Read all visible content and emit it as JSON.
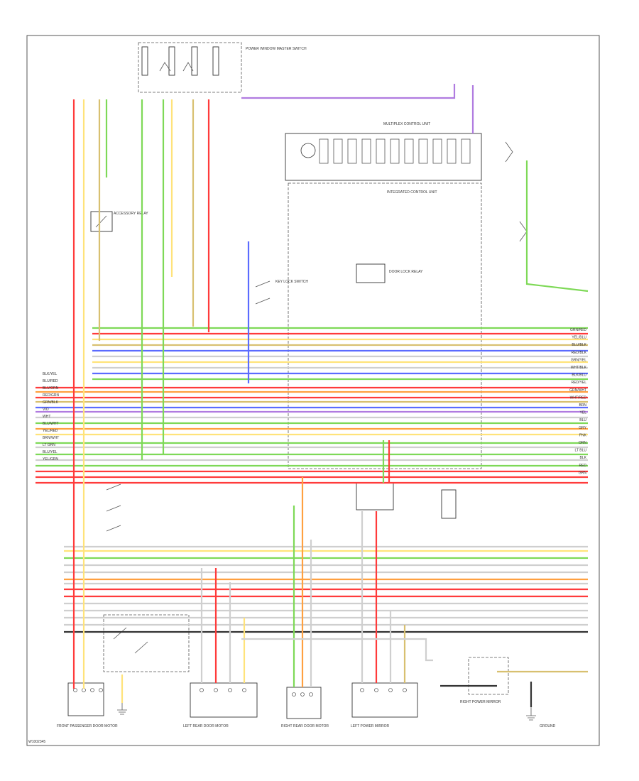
{
  "page": {
    "footer_code": "W1002345"
  },
  "colors": {
    "red": "#ff3b3b",
    "yellow": "#ffe37a",
    "green": "#7ed957",
    "blue": "#5b6bff",
    "violet": "#b07be0",
    "white": "#cfcfcf",
    "orange": "#ffa040",
    "tan": "#d8c070",
    "black": "#333333"
  },
  "components": [
    {
      "id": "c01",
      "label": "POWER WINDOW MASTER SWITCH"
    },
    {
      "id": "c02",
      "label": "ACCESSORY RELAY"
    },
    {
      "id": "c03",
      "label": "MULTIPLEX CONTROL UNIT"
    },
    {
      "id": "c04",
      "label": "INTEGRATED CONTROL UNIT"
    },
    {
      "id": "c05",
      "label": "DOOR LOCK RELAY"
    },
    {
      "id": "c06",
      "label": "KEY LOCK SWITCH"
    },
    {
      "id": "c07",
      "label": "FRONT PASSENGER DOOR MOTOR"
    },
    {
      "id": "c08",
      "label": "LEFT REAR DOOR MOTOR"
    },
    {
      "id": "c09",
      "label": "RIGHT REAR DOOR MOTOR"
    },
    {
      "id": "c10",
      "label": "LEFT POWER MIRROR"
    },
    {
      "id": "c11",
      "label": "RIGHT POWER MIRROR"
    },
    {
      "id": "c12",
      "label": "GROUND"
    }
  ],
  "wire_labels": {
    "left": [
      "BLK/YEL",
      "BLU/RED",
      "BLU/ORN",
      "RED/GRN",
      "GRN/BLK",
      "VIO",
      "WHT",
      "BLU/WHT",
      "YEL/RED",
      "BRN/WHT",
      "LT GRN",
      "BLU/YEL",
      "YEL/GRN"
    ],
    "right": [
      "GRN/RED",
      "YEL/BLU",
      "BLU/BLK",
      "RED/BLK",
      "GRN/YEL",
      "WHT/BLK",
      "BLK/BLU",
      "RED/YEL",
      "GRN/WHT",
      "WHT/RED",
      "BRN",
      "YEL",
      "BLU",
      "GRY",
      "PNK",
      "ORN",
      "LT BLU",
      "BLK",
      "RED",
      "GRN"
    ]
  }
}
